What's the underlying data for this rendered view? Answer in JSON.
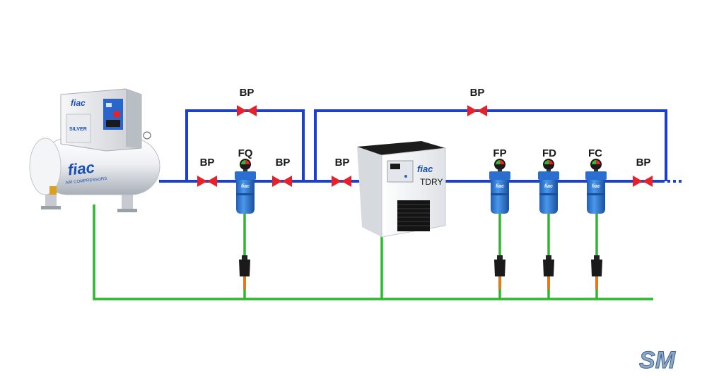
{
  "labels": {
    "bypass_1": "BP",
    "bypass_2": "BP",
    "valve_before_fq": "BP",
    "valve_after_fq": "BP",
    "valve_before_dryer": "BP",
    "valve_end": "BP",
    "filter_fq": "FQ",
    "filter_fp": "FP",
    "filter_fd": "FD",
    "filter_fc": "FC"
  },
  "compressor": {
    "brand": "fiac",
    "tank_brand": "fiac",
    "tank_subtitle": "AIR COMPRESSORS",
    "model": "SILVER"
  },
  "dryer": {
    "brand": "fiac",
    "model": "TDRY"
  },
  "filters": {
    "brand": "fiac"
  },
  "watermark": {
    "text": "SM"
  },
  "colors": {
    "air_line": "#1a3fd6",
    "drain_line": "#2eb82e",
    "valve": "#e8202a",
    "filter": "#2f7fd8",
    "dryer_body": "#f4f4f4",
    "dryer_top": "#1c1c1c"
  }
}
